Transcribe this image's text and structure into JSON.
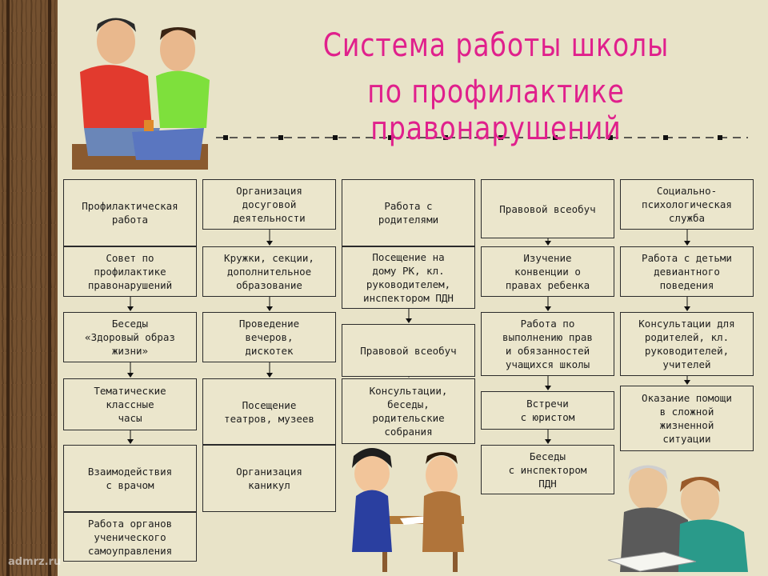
{
  "title": {
    "line1": "Система работы школы",
    "line2": "по профилактике правонарушений"
  },
  "columns": [
    {
      "header": "Профилактическая\nработа",
      "items": [
        "Совет по\nпрофилактике\nправонарушений",
        "Беседы\n«Здоровый образ\nжизни»",
        "Тематические\nклассные\nчасы",
        "Взаимодействия\nс врачом",
        "Работа органов\nученического\nсамоуправления"
      ]
    },
    {
      "header": "Организация\nдосуговой\nдеятельности",
      "items": [
        "Кружки, секции,\nдополнительное\nобразование",
        "Проведение\nвечеров,\nдискотек",
        "Посещение\nтеатров, музеев",
        "Организация\nканикул"
      ]
    },
    {
      "header": "Работа с\nродителями",
      "items": [
        "Посещение на\nдому РК, кл.\nруководителем,\nинспектором ПДН",
        "Правовой всеобуч",
        "Консультации,\nбеседы,\nродительские\nсобрания"
      ]
    },
    {
      "header": "Правовой всеобуч",
      "items": [
        "Изучение\nконвенции о\nправах ребенка",
        "Работа по\nвыполнению прав\nи обязанностей\nучащихся школы",
        "Встречи\nс юристом",
        "Беседы\nс инспектором\nПДН"
      ]
    },
    {
      "header": "Социально-\nпсихологическая\nслужба",
      "items": [
        "Работа с детьми\nдевиантного\nповедения",
        "Консультации для\nродителей, кл.\nруководителей,\nучителей",
        "Оказание помощи\nв сложной\nжизненной\nситуации"
      ]
    }
  ],
  "watermark": "admrz.ru",
  "colors": {
    "title": "#e0208c",
    "box_border": "#2b2b2b",
    "box_fill": "#ebe6cc",
    "background": "#e8e3c8",
    "wood": "#6b4a2b"
  }
}
